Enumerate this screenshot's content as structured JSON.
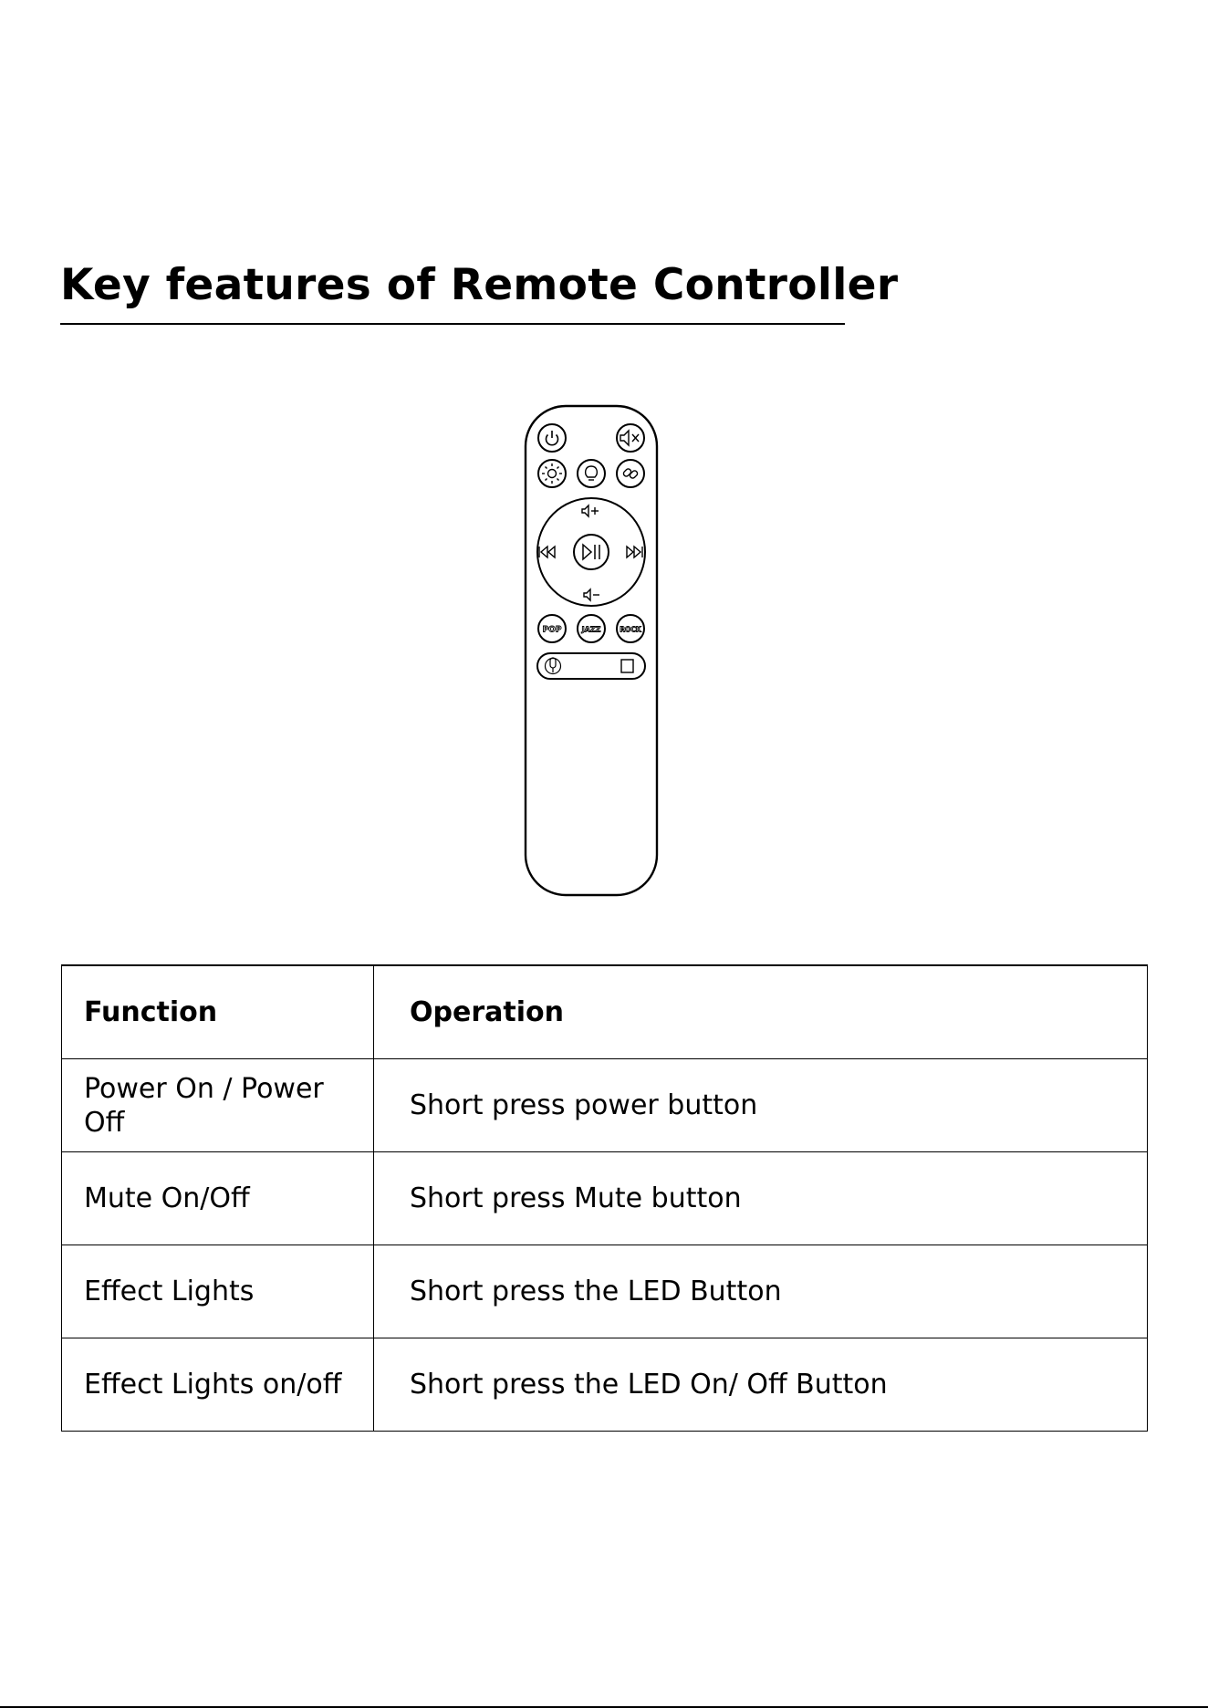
{
  "page": {
    "title": "Key features of Remote Controller"
  },
  "remote": {
    "buttons": [
      {
        "name": "power-button",
        "icon": "power-icon"
      },
      {
        "name": "mute-button",
        "icon": "mute-speaker-icon"
      },
      {
        "name": "led-effect-button",
        "icon": "sun-light-icon"
      },
      {
        "name": "led-on-off-button",
        "icon": "lightbulb-icon"
      },
      {
        "name": "link-button",
        "icon": "link-icon"
      },
      {
        "name": "volume-up-button",
        "icon": "volume-up-icon"
      },
      {
        "name": "previous-track-button",
        "icon": "previous-track-icon"
      },
      {
        "name": "play-pause-button",
        "icon": "play-pause-icon"
      },
      {
        "name": "next-track-button",
        "icon": "next-track-icon"
      },
      {
        "name": "volume-down-button",
        "icon": "volume-down-icon"
      },
      {
        "name": "pop-eq-button",
        "label": "POP"
      },
      {
        "name": "jazz-eq-button",
        "label": "JAZZ"
      },
      {
        "name": "rock-eq-button",
        "label": "ROCK"
      },
      {
        "name": "voice-button",
        "icon": "microphone-icon"
      },
      {
        "name": "square-button",
        "icon": "square-icon"
      }
    ]
  },
  "table": {
    "headers": {
      "function": "Function",
      "operation": "Operation"
    },
    "rows": [
      {
        "function": "Power On / Power Off",
        "operation": "Short press power button"
      },
      {
        "function": "Mute On/Off",
        "operation": "Short press Mute button"
      },
      {
        "function": "Effect Lights",
        "operation": "Short press the LED Button"
      },
      {
        "function": "Effect Lights on/off",
        "operation": "Short press the LED On/ Off Button"
      }
    ]
  }
}
